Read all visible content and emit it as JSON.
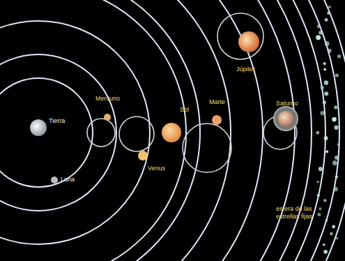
{
  "diagram": {
    "labels": [
      "Tierra",
      "Luna",
      "Mercurio",
      "Venus",
      "Sol",
      "Marte",
      "Júpiter",
      "Saturno",
      "esfera de las estrellas fijas"
    ]
  }
}
